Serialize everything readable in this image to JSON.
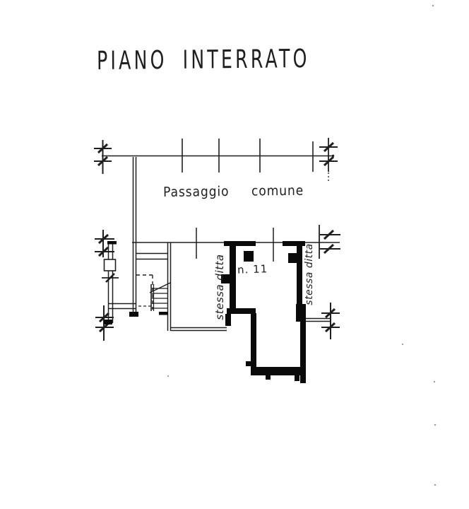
{
  "page": {
    "title": "PIANO INTERRATO"
  },
  "plan": {
    "passage_label": "Passaggio comune",
    "unit_number": "n. 11",
    "party_wall_left": "stessa ditta",
    "party_wall_right": "stessa ditta"
  },
  "colors": {
    "paper": "#ffffff",
    "ink": "#1f1f1f",
    "wall": "#0a0a0a",
    "faint": "#9a9a9a"
  }
}
